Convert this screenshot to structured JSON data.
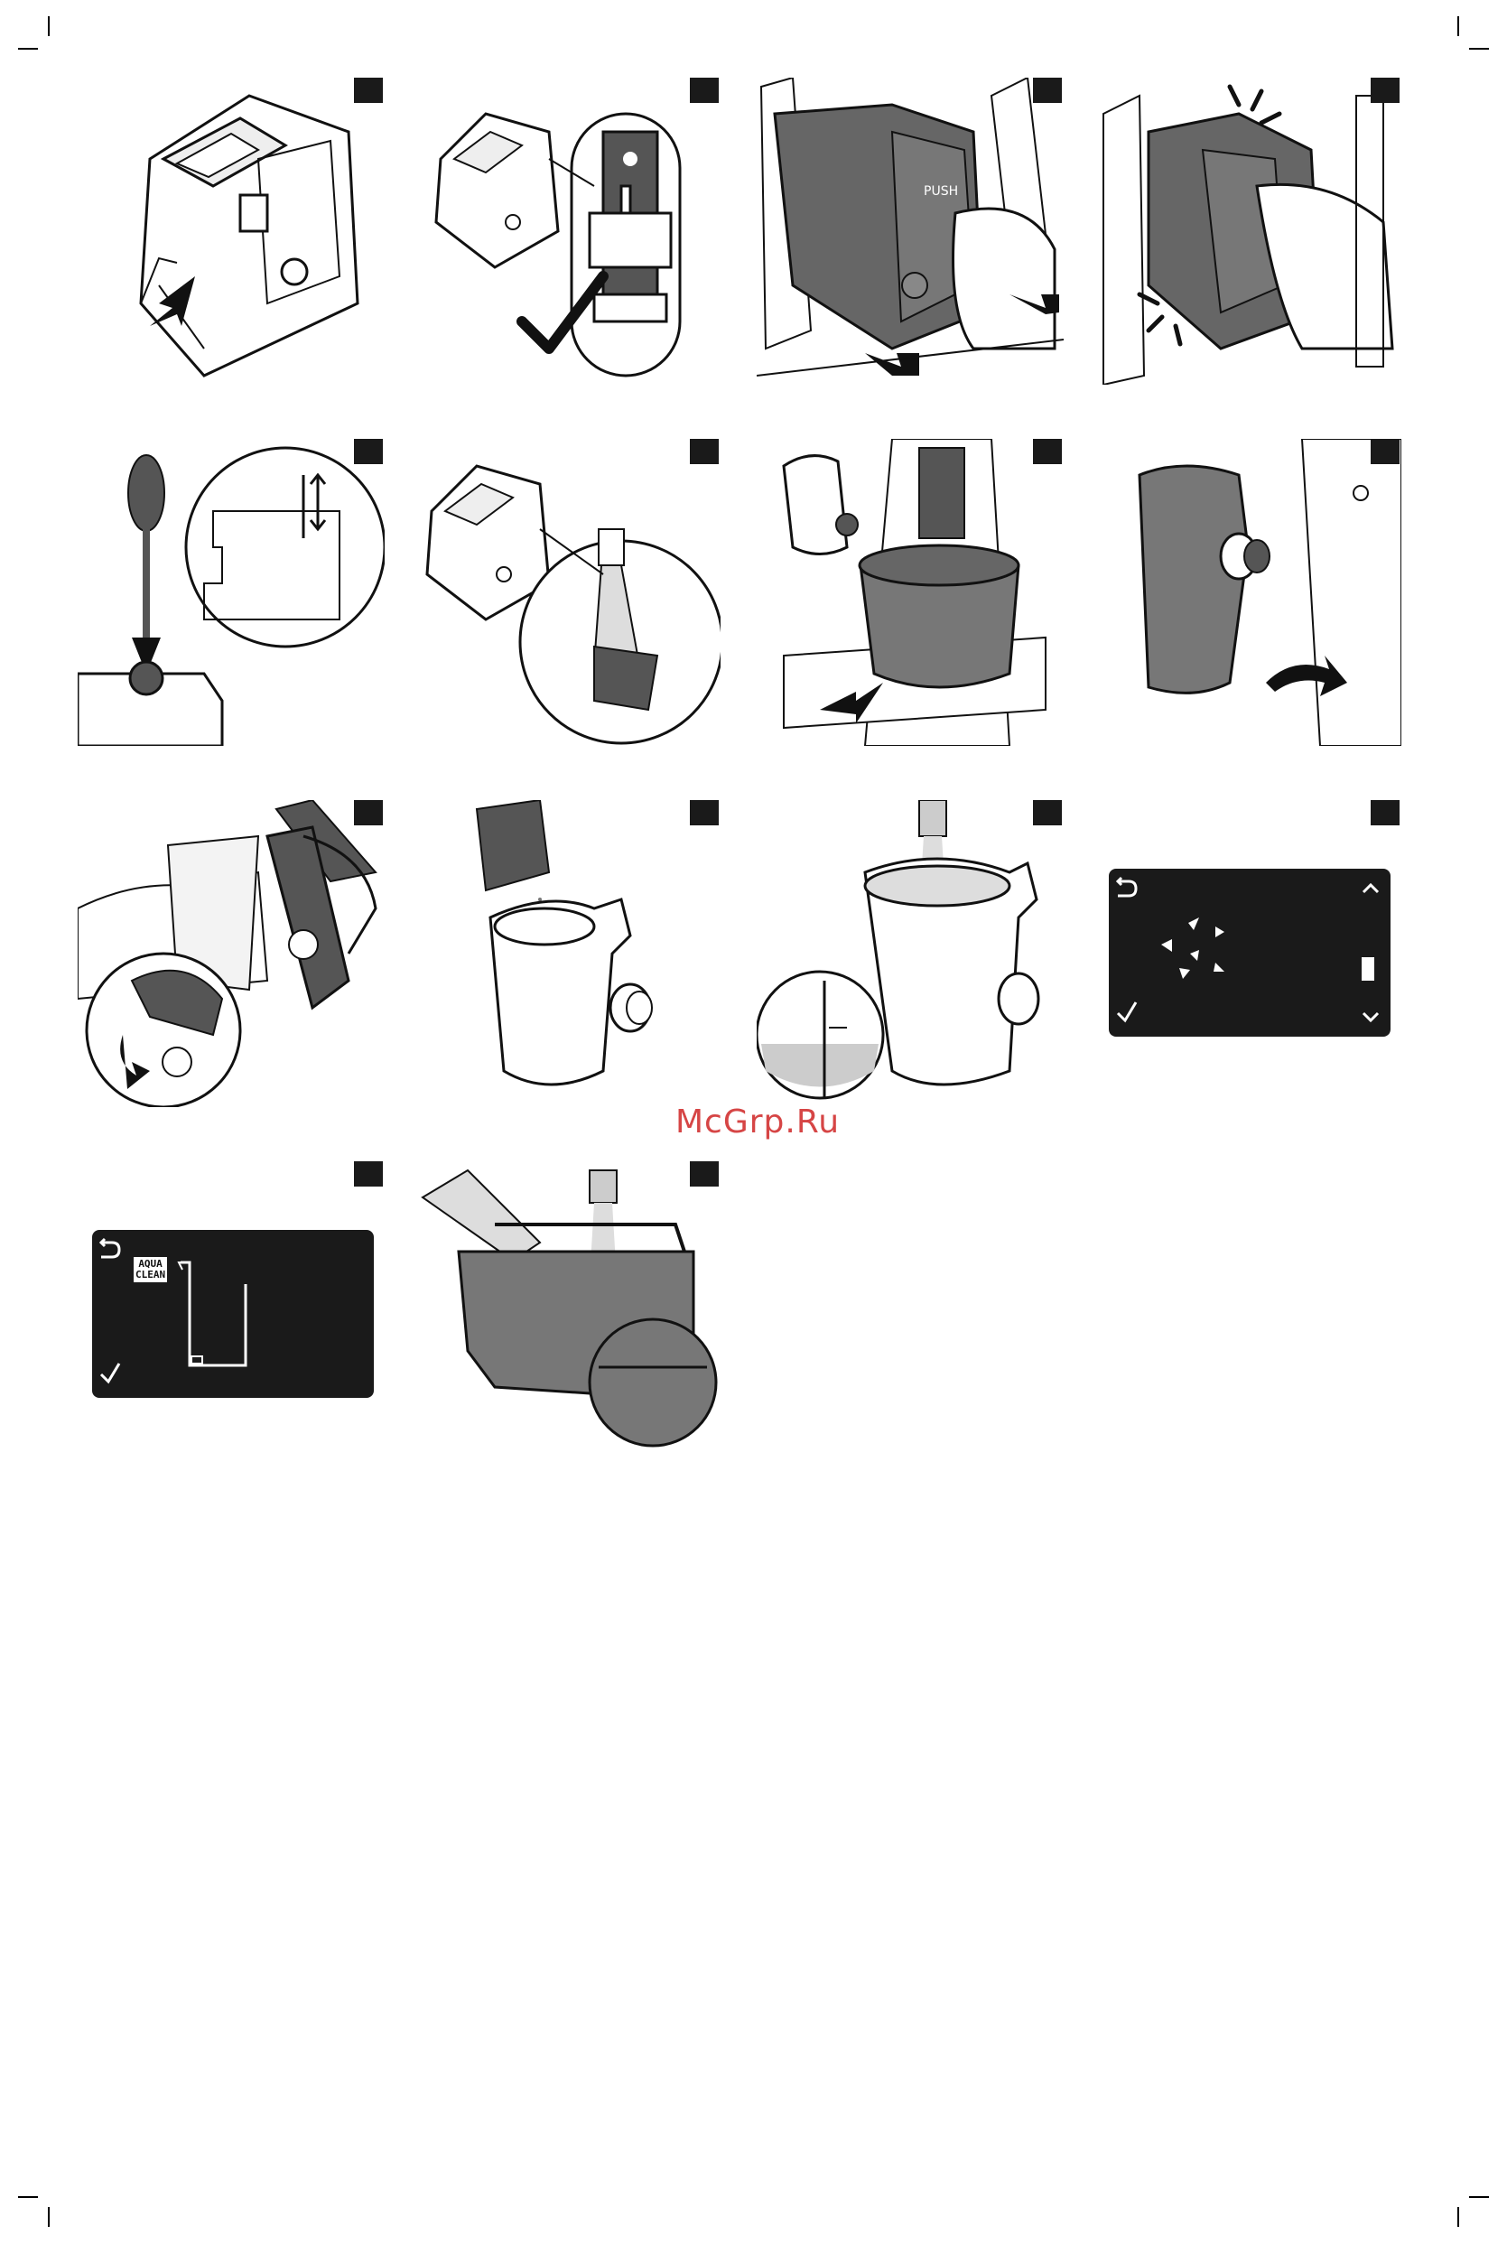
{
  "watermark": "McGrp.Ru",
  "panels": [
    {
      "id": 1,
      "icon": "brew-group-lever-icon"
    },
    {
      "id": 2,
      "icon": "brew-group-check-icon"
    },
    {
      "id": 3,
      "icon": "insert-brew-group-icon",
      "label": "PUSH"
    },
    {
      "id": 4,
      "icon": "brew-group-click-icon"
    },
    {
      "id": 5,
      "icon": "spoon-lubricate-icon"
    },
    {
      "id": 6,
      "icon": "rinse-brew-group-icon"
    },
    {
      "id": 7,
      "icon": "bowl-under-spout-icon"
    },
    {
      "id": 8,
      "icon": "attach-milk-jug-icon"
    },
    {
      "id": 9,
      "icon": "remove-filter-icon"
    },
    {
      "id": 10,
      "icon": "pour-descaler-powder-icon"
    },
    {
      "id": 11,
      "icon": "fill-jug-water-icon"
    },
    {
      "id": 12,
      "icon": "display-screen-icon"
    },
    {
      "id": 13,
      "icon": "display-aquaclean-icon"
    },
    {
      "id": 14,
      "icon": "fill-water-tank-icon"
    }
  ],
  "aqua_label_line1": "AQUA",
  "aqua_label_line2": "CLEAN"
}
